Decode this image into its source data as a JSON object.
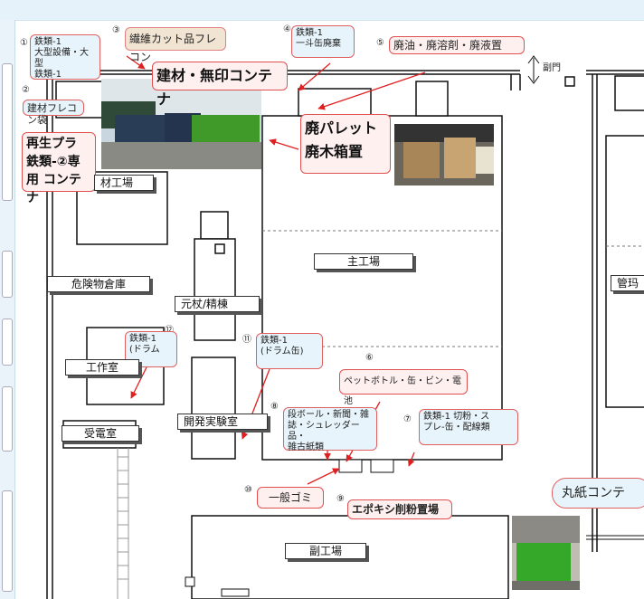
{
  "title_callout": "建材・無印コンテナ",
  "callouts": {
    "c1": "鉄類-1\n大型設備・大型\n鉄類-1",
    "c3": "繊維カット品フレコン",
    "c4": "鉄類-1\n一斗缶廃棄",
    "c5": "廃油・廃溶剤・廃液置",
    "c2": "建材フレコン袋",
    "c_recycle": "再生プラ\n鉄類-②専\n用  コンテナ",
    "c_pallet": "廃パレット\n廃木箱置",
    "c12": "鉄類-1\n(ドラム",
    "c11": "鉄類-1\n(ドラム缶)",
    "c6": "ペットボトル・缶・ビン・電池",
    "c8": "段ボール・新聞・雑\n誌・シュレッダー品・\n雑古紙類",
    "c7": "鉄類-1  切粉・ス\nプレ-缶・配線類",
    "c10": "一般ゴミ",
    "c9": "エポキシ削粉置場",
    "c_paper": "丸紙コンテ"
  },
  "numbers": {
    "n1": "①",
    "n2": "②",
    "n3": "③",
    "n4": "④",
    "n5": "⑤",
    "n6": "⑥",
    "n7": "⑦",
    "n8": "⑧",
    "n9": "⑨",
    "n10": "⑩",
    "n11": "⑪",
    "n12": "⑫"
  },
  "buildings": {
    "main_factory": "主工場",
    "material_factory": "材工場",
    "hazard_warehouse": "危険物倉庫",
    "genkou_seisei": "元杖/精棟",
    "workshop": "工作室",
    "dev_lab": "開発実験室",
    "substation": "受電室",
    "sub_factory": "副工場",
    "management": "管玛"
  },
  "gate": "副門"
}
